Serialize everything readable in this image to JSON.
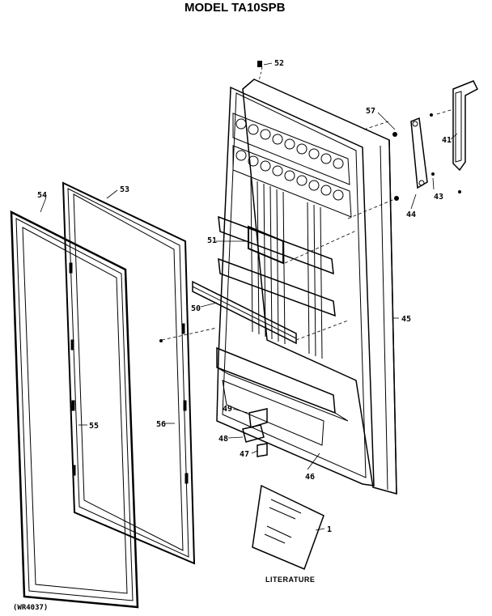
{
  "title": "MODEL TA10SPB",
  "footer_code": "(WR4037)",
  "literature_label": "LITERATURE",
  "parts": {
    "p1": "1",
    "p41": "41",
    "p43": "43",
    "p44": "44",
    "p45": "45",
    "p46": "46",
    "p47": "47",
    "p48": "48",
    "p49": "49",
    "p50": "50",
    "p51": "51",
    "p52": "52",
    "p53": "53",
    "p54": "54",
    "p55": "55",
    "p56": "56",
    "p57": "57"
  }
}
